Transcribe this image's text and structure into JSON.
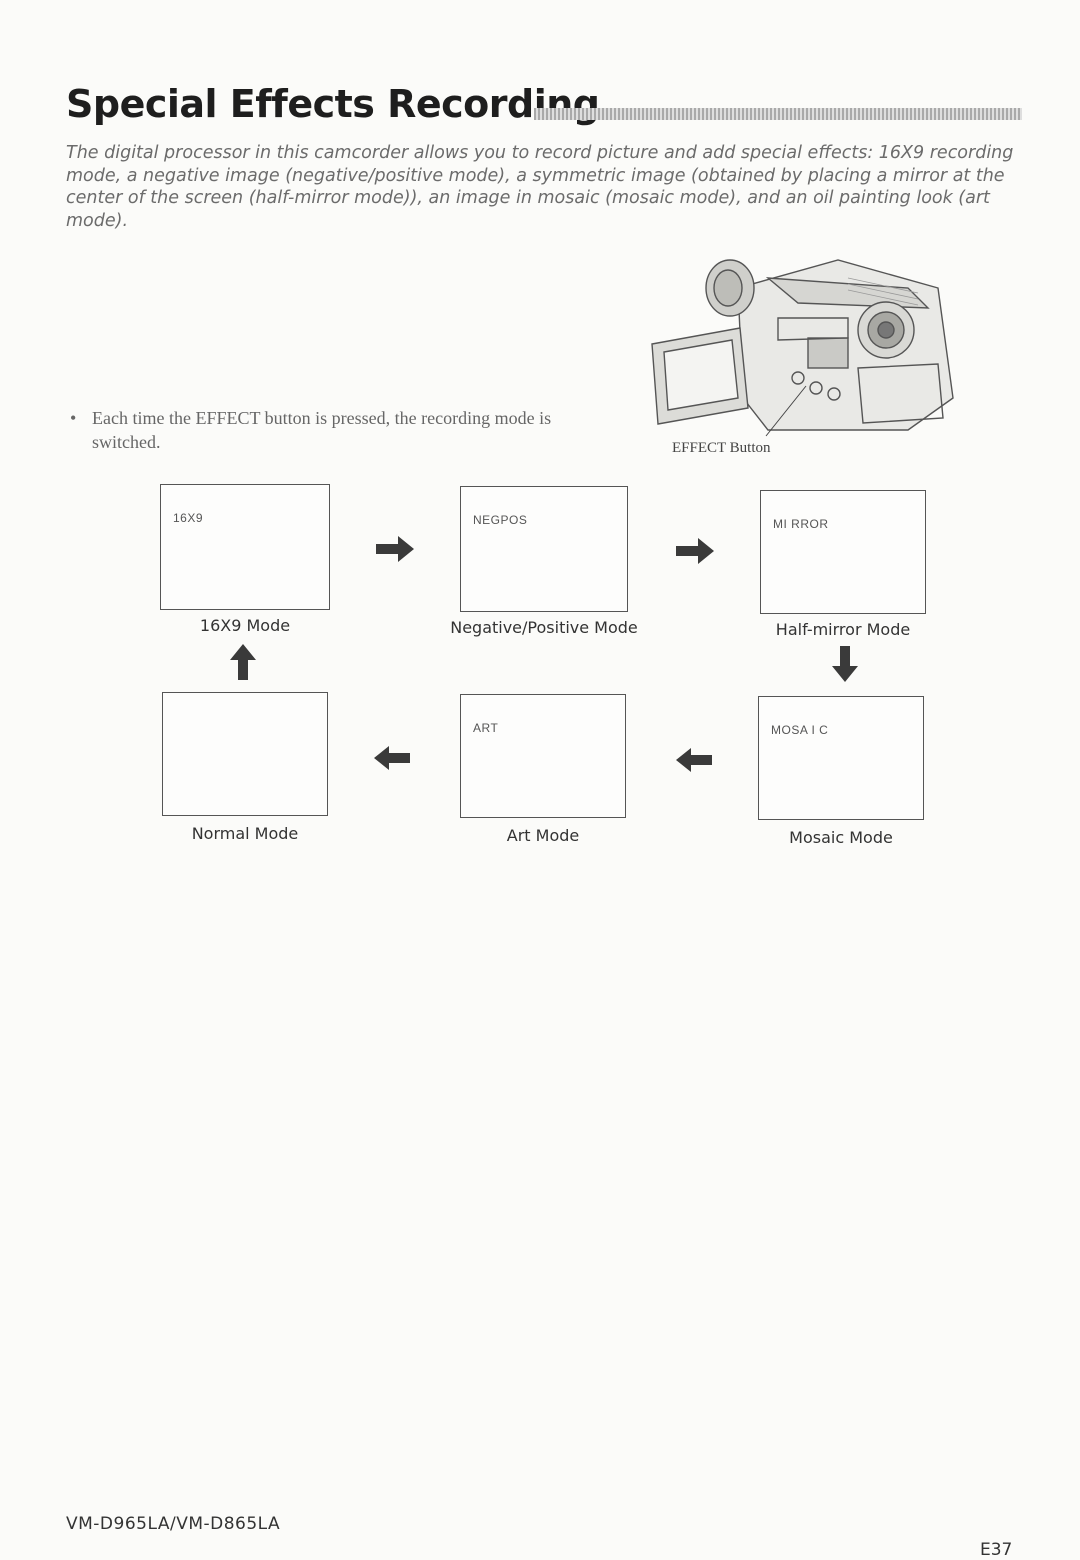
{
  "title": "Special Effects Recording",
  "intro": "The digital processor in this camcorder allows you to record picture and add special effects: 16X9 recording mode, a negative image (negative/positive mode), a symmetric image (obtained by placing a mirror at the center of the screen (half-mirror mode)), an image in mosaic (mosaic mode), and an oil painting look (art mode).",
  "bullet": "Each time the EFFECT button is pressed, the recording mode is switched.",
  "camera_label": "EFFECT Button",
  "modes": {
    "m16x9": {
      "osd": "16X9",
      "caption": "16X9 Mode"
    },
    "negpos": {
      "osd": "NEGPOS",
      "caption": "Negative/Positive Mode"
    },
    "mirror": {
      "osd": "MI RROR",
      "caption": "Half-mirror Mode"
    },
    "mosaic": {
      "osd": "MOSA I C",
      "caption": "Mosaic Mode"
    },
    "art": {
      "osd": "ART",
      "caption": "Art Mode"
    },
    "normal": {
      "osd": "",
      "caption": "Normal Mode"
    }
  },
  "footer": {
    "model": "VM-D965LA/VM-D865LA",
    "page": "E37"
  }
}
